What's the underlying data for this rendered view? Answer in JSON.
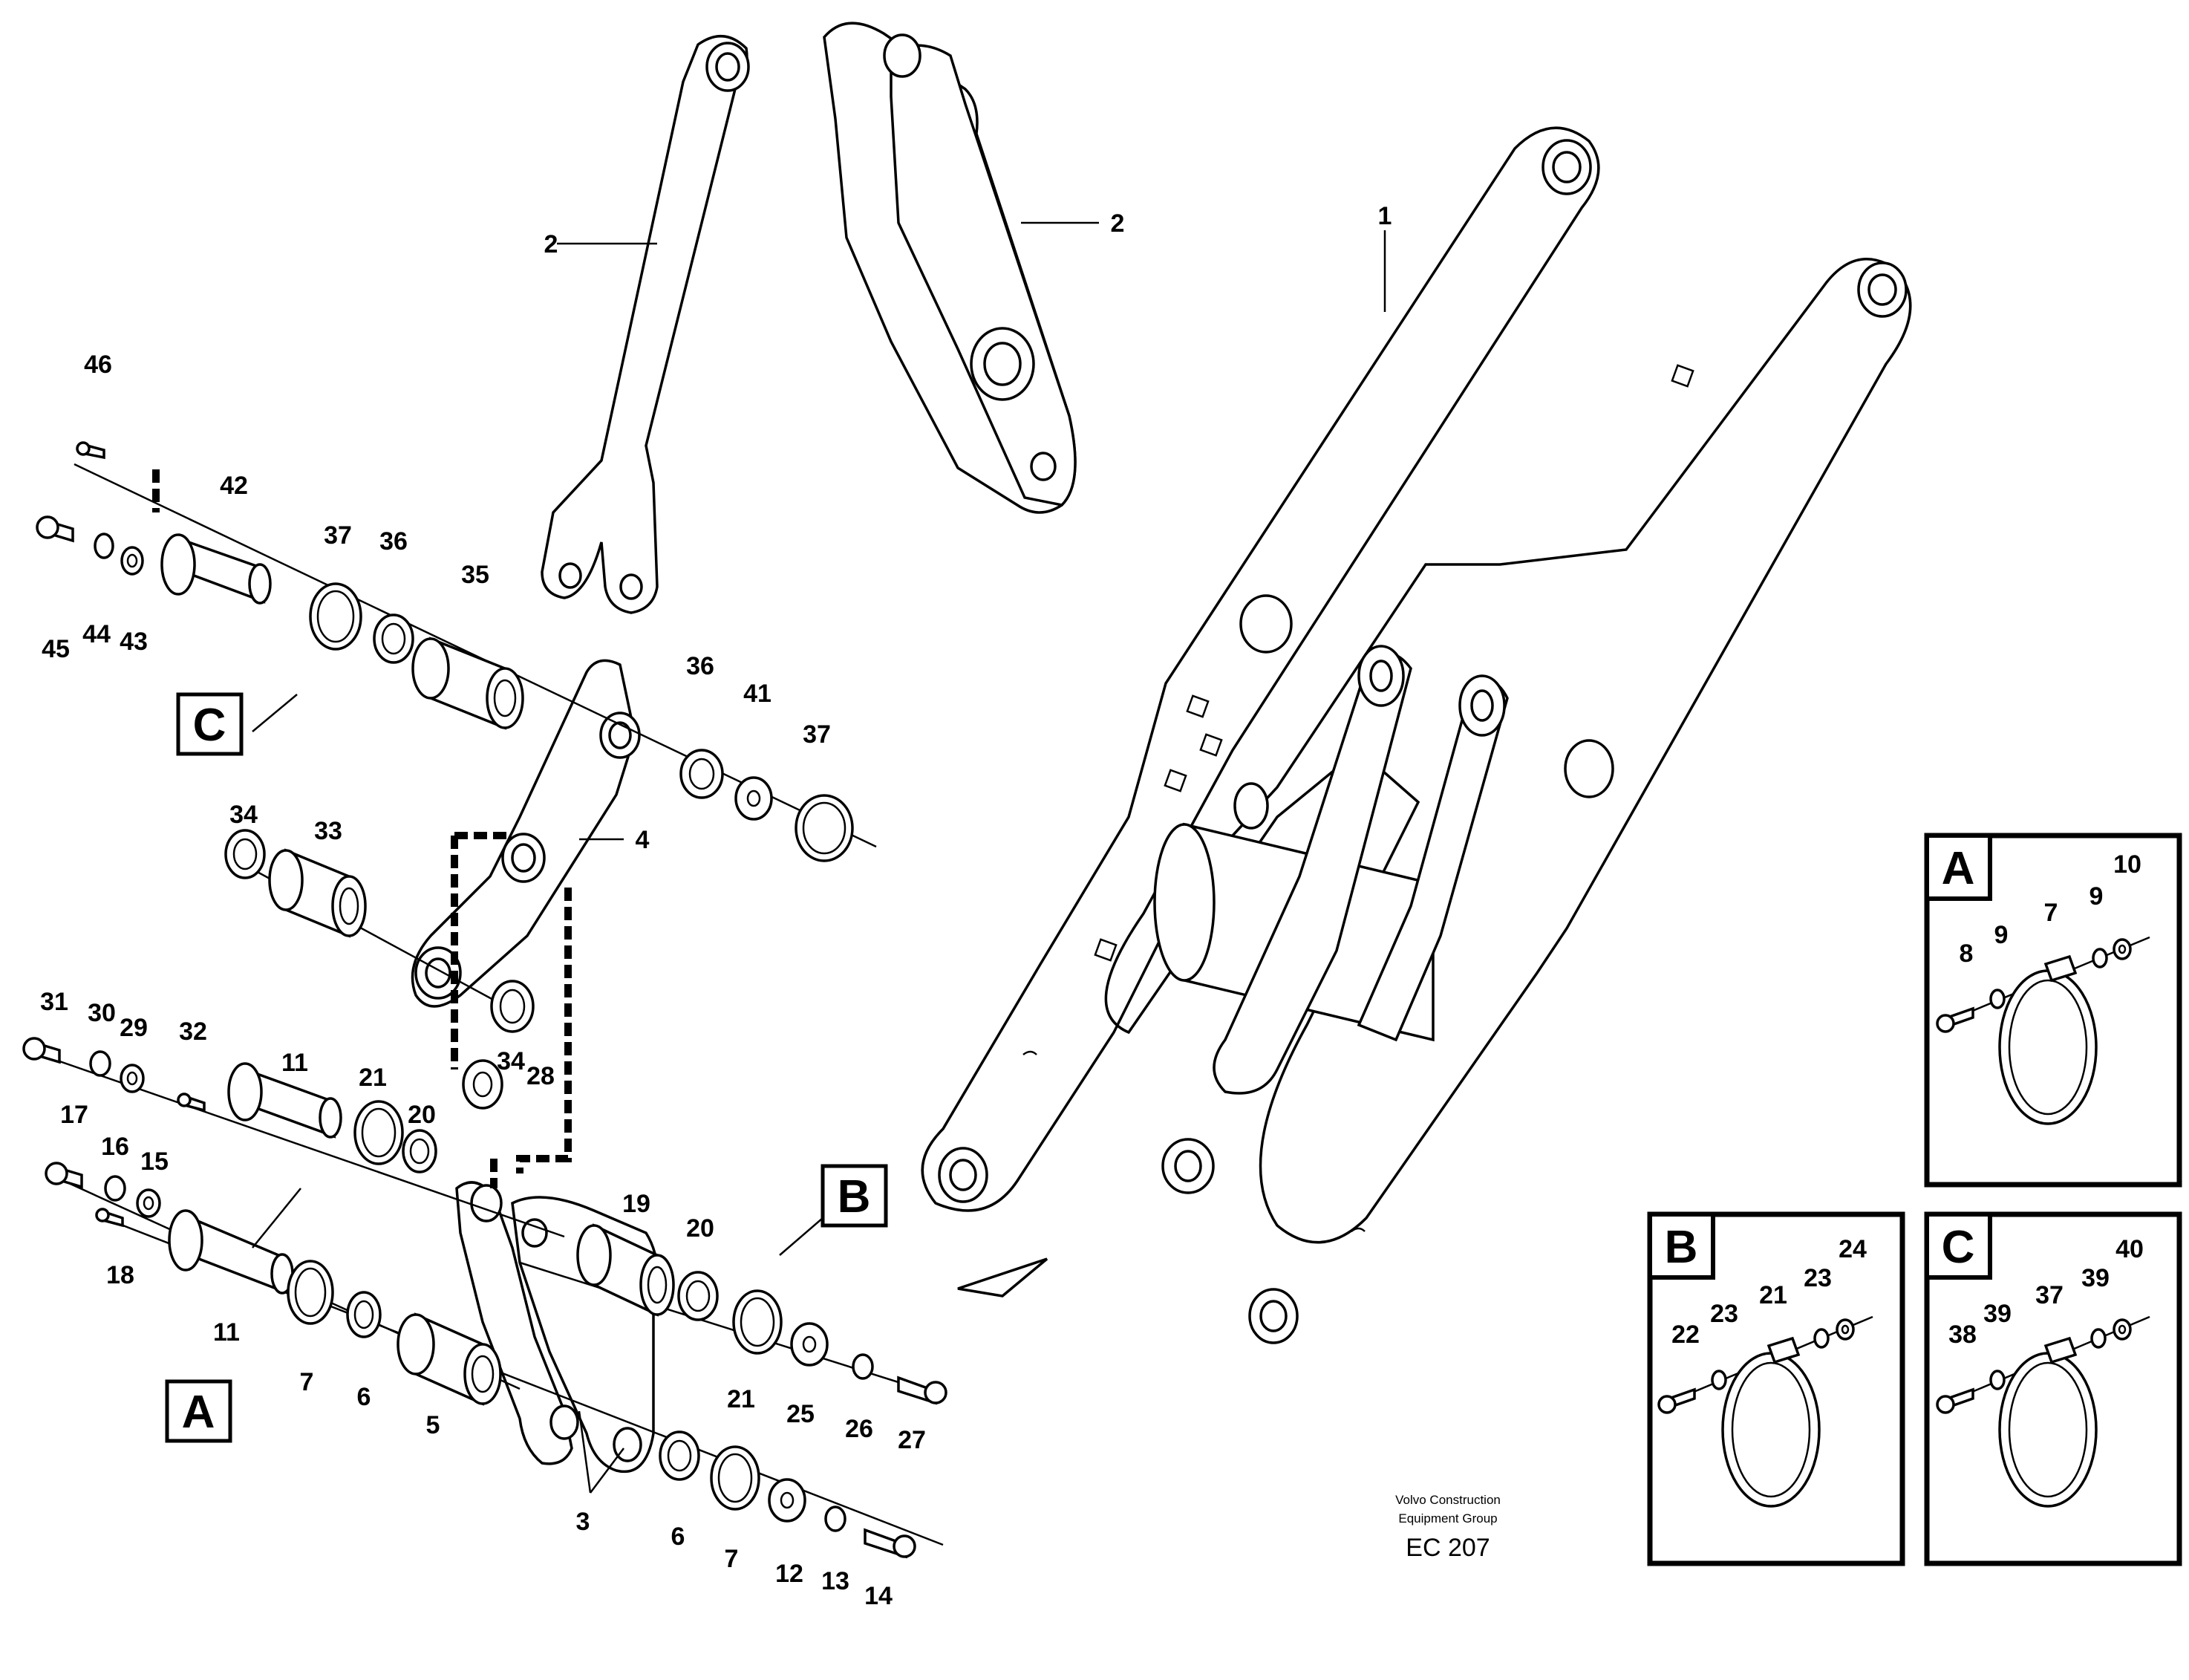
{
  "diagram": {
    "part_labels": {
      "p1": "1",
      "p2a": "2",
      "p2b": "2",
      "p3": "3",
      "p4": "4",
      "p5": "5",
      "p6a": "6",
      "p6b": "6",
      "p7a": "7",
      "p7b": "7",
      "p11a": "11",
      "p11b": "11",
      "p12": "12",
      "p13": "13",
      "p14": "14",
      "p15": "15",
      "p16": "16",
      "p17": "17",
      "p18": "18",
      "p19": "19",
      "p20a": "20",
      "p20b": "20",
      "p21a": "21",
      "p21b": "21",
      "p25": "25",
      "p26": "26",
      "p27": "27",
      "p28": "28",
      "p29": "29",
      "p30": "30",
      "p31": "31",
      "p32": "32",
      "p33": "33",
      "p34a": "34",
      "p34b": "34",
      "p35": "35",
      "p36a": "36",
      "p36b": "36",
      "p37a": "37",
      "p37b": "37",
      "p41": "41",
      "p42": "42",
      "p43": "43",
      "p44": "44",
      "p45": "45",
      "p46": "46"
    },
    "callouts": {
      "a": "A",
      "b": "B",
      "c": "C"
    },
    "detail_a": {
      "title": "A",
      "labels": [
        "8",
        "9",
        "7",
        "9",
        "10"
      ]
    },
    "detail_b": {
      "title": "B",
      "labels": [
        "22",
        "23",
        "21",
        "23",
        "24"
      ]
    },
    "detail_c": {
      "title": "C",
      "labels": [
        "38",
        "39",
        "37",
        "39",
        "40"
      ]
    },
    "credit_line1": "Volvo Construction",
    "credit_line2": "Equipment Group",
    "drawing_code": "EC 207"
  }
}
